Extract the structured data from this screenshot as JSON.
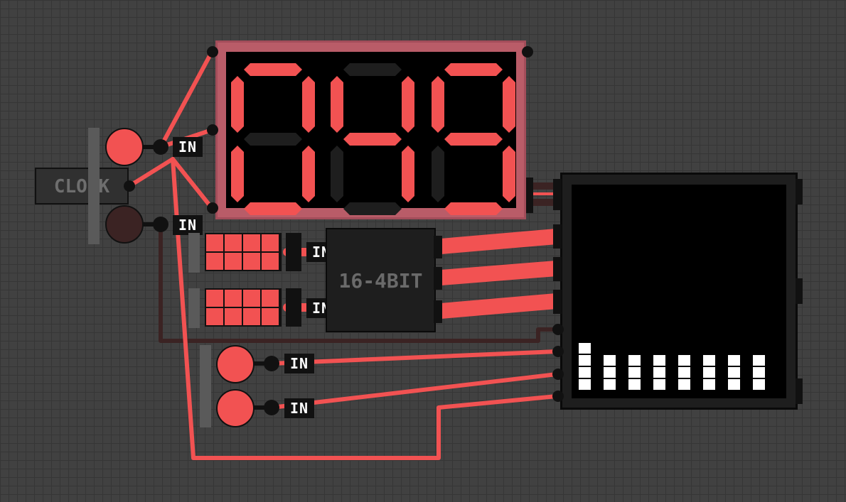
{
  "display": {
    "digits": [
      "0",
      "4",
      "9"
    ]
  },
  "clock": {
    "label": "CLOCK"
  },
  "inputs": [
    {
      "label": "IN",
      "state": "on"
    },
    {
      "label": "IN",
      "state": "off"
    },
    {
      "label": "IN",
      "state": "on"
    },
    {
      "label": "IN",
      "state": "on"
    }
  ],
  "dip_switches": [
    {
      "label": "IN"
    },
    {
      "label": "IN"
    }
  ],
  "splitter": {
    "label": "16-4BIT"
  },
  "screen": {
    "bar_heights": [
      4,
      3,
      3,
      3,
      3,
      3,
      3,
      3
    ]
  },
  "colors": {
    "active": "#f25252",
    "inactive": "#3b2323",
    "segment_off": "#1e1e1e",
    "display_border": "#b95c68"
  }
}
